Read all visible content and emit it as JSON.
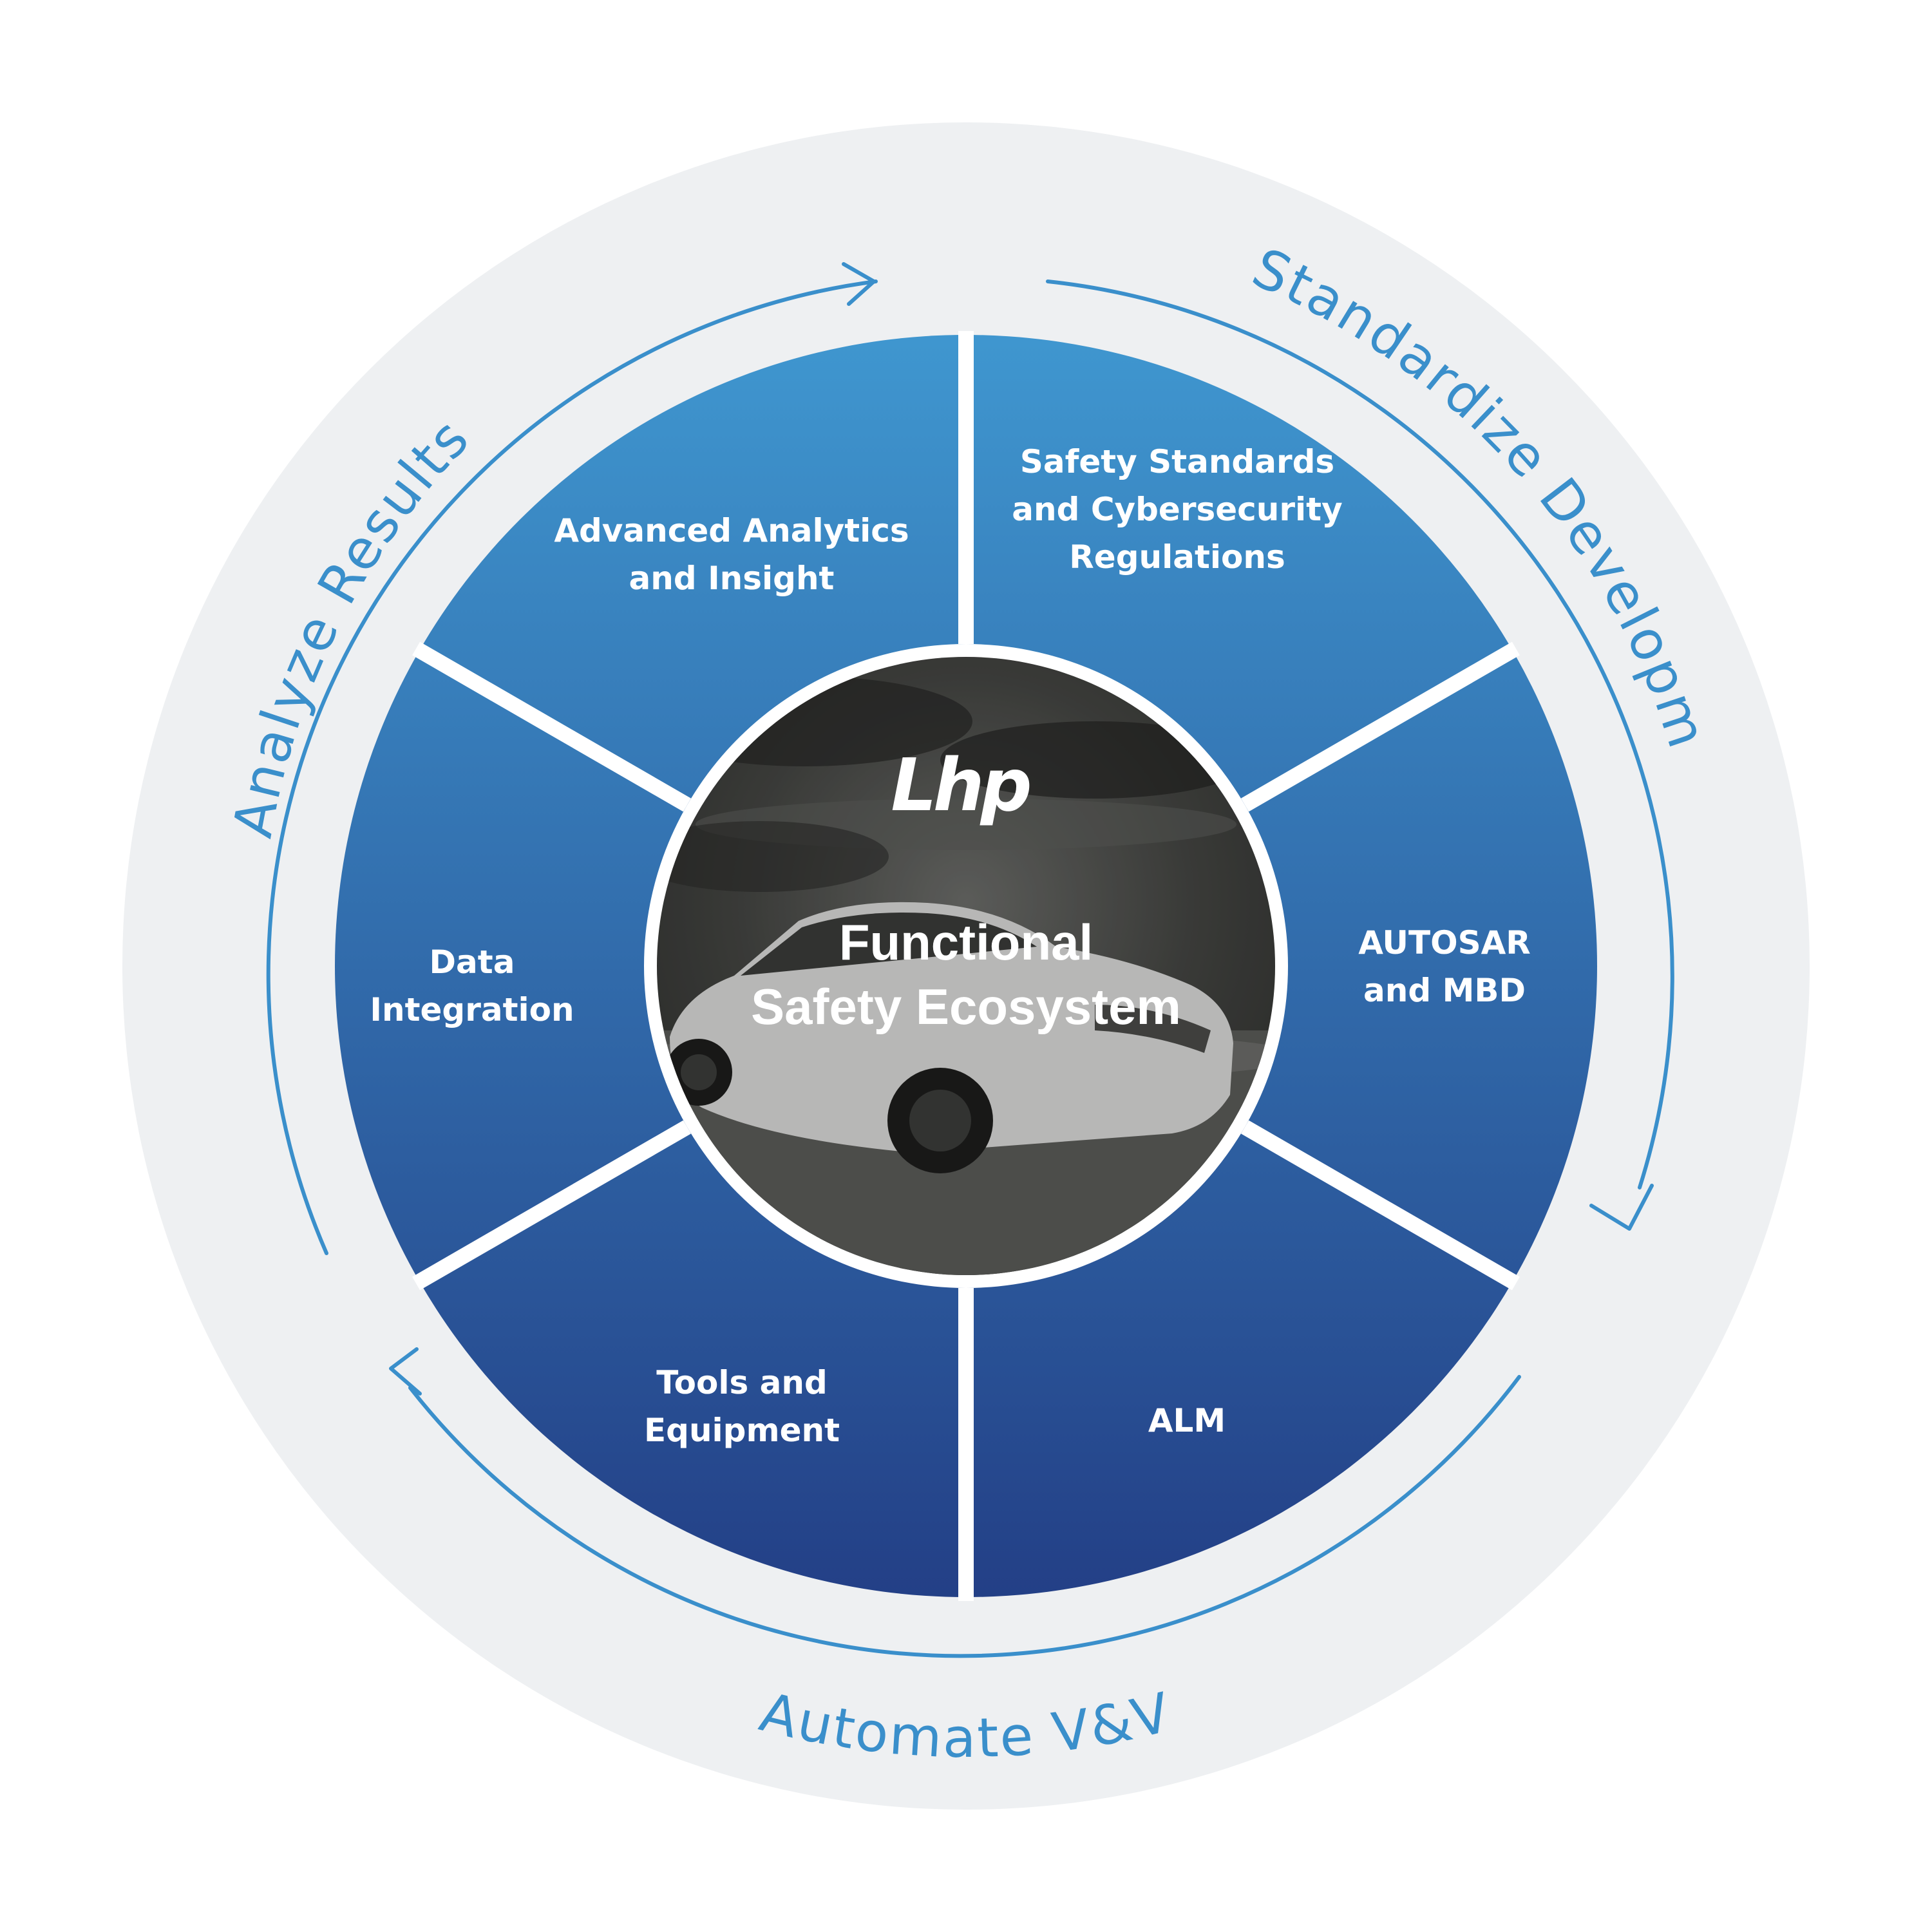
{
  "colors": {
    "background": "#ffffff",
    "outer_ring": "#eef0f2",
    "segment_top": "#3f96cf",
    "segment_bottom": "#233f86",
    "accent": "#3a8fcb",
    "divider": "#ffffff",
    "center_dark": "#2f302e"
  },
  "center": {
    "logo": "Lhp",
    "title_line1": "Functional",
    "title_line2": "Safety Ecosystem"
  },
  "segments": [
    {
      "id": "safety-standards",
      "lines": [
        "Safety Standards",
        "and Cybersecurity",
        "Regulations"
      ]
    },
    {
      "id": "autosar",
      "lines": [
        "AUTOSAR",
        "and MBD"
      ]
    },
    {
      "id": "alm",
      "lines": [
        "ALM"
      ]
    },
    {
      "id": "tools",
      "lines": [
        "Tools and",
        "Equipment"
      ]
    },
    {
      "id": "data-integration",
      "lines": [
        "Data",
        "Integration"
      ]
    },
    {
      "id": "analytics",
      "lines": [
        "Advanced Analytics",
        "and Insight"
      ]
    }
  ],
  "ring_labels": {
    "standardize": "Standardize Development",
    "automate": "Automate V&V",
    "analyze": "Analyze Results"
  },
  "icons": {
    "arrows": [
      "arrow-standardize-icon",
      "arrow-automate-icon",
      "arrow-analyze-icon"
    ]
  }
}
